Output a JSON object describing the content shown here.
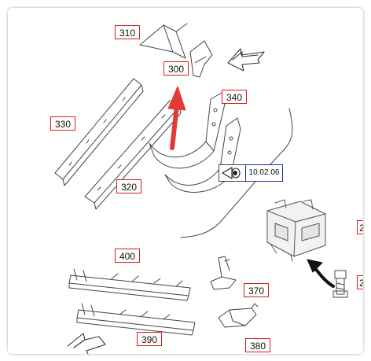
{
  "diagram": {
    "reference": {
      "label": "10.02.06",
      "icon": "eye-icon"
    },
    "callouts": [
      {
        "id": "310",
        "text": "310"
      },
      {
        "id": "300",
        "text": "300"
      },
      {
        "id": "340",
        "text": "340"
      },
      {
        "id": "330",
        "text": "330"
      },
      {
        "id": "320",
        "text": "320"
      },
      {
        "id": "400",
        "text": "400"
      },
      {
        "id": "370",
        "text": "370"
      },
      {
        "id": "390",
        "text": "390"
      },
      {
        "id": "380",
        "text": "380"
      },
      {
        "id": "partial-right-top",
        "text": "2"
      },
      {
        "id": "partial-right-bottom",
        "text": "2"
      }
    ],
    "colors": {
      "callout_border": "#d81b1b",
      "reference_border": "#1a2ea8",
      "highlight_arrow": "#e53935",
      "line_art": "#444444"
    }
  }
}
